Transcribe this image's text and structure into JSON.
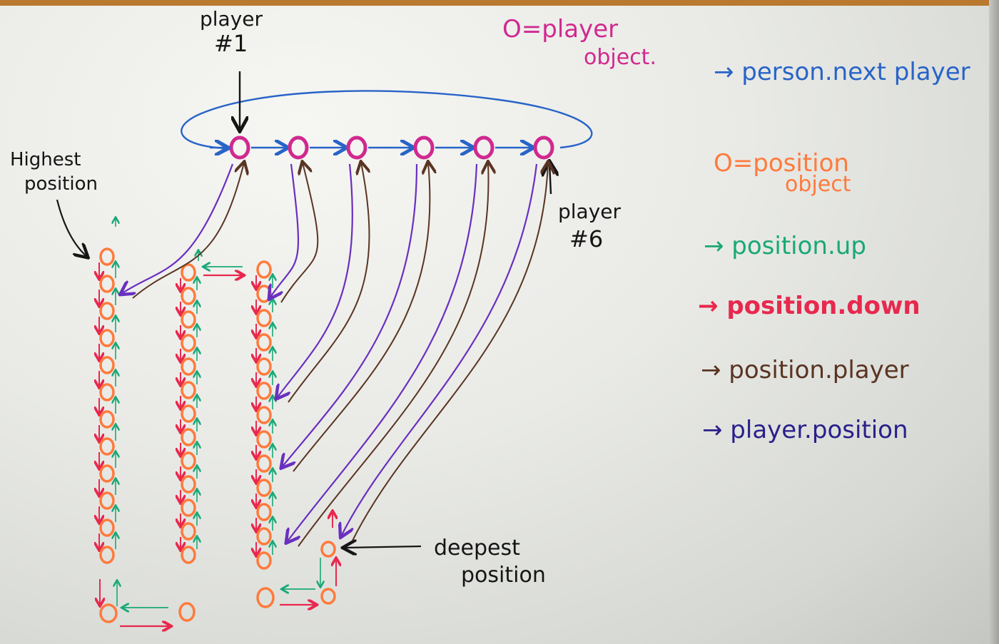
{
  "labels": {
    "player_1": [
      "player",
      "#1"
    ],
    "player_6": [
      "player",
      "#6"
    ],
    "highest_position": [
      "Highest",
      "position"
    ],
    "deepest_position": [
      "deepest",
      "position"
    ]
  },
  "legend": {
    "player_object": [
      "O=player",
      "object."
    ],
    "position_object": [
      "O=position",
      "object"
    ],
    "next_player": "→ person.next player",
    "position_up": "→ position.up",
    "position_down": "→ position.down",
    "position_player": "→ position.player",
    "player_position": "→ player.position"
  },
  "colors": {
    "player_object": "#d0298f",
    "position_object": "#ff7a3c",
    "next_player": "#2864c8",
    "position_up": "#19a878",
    "position_down": "#e8284e",
    "position_player": "#5a3422",
    "player_position": "#6a2fc0",
    "black_marker": "#151515"
  }
}
